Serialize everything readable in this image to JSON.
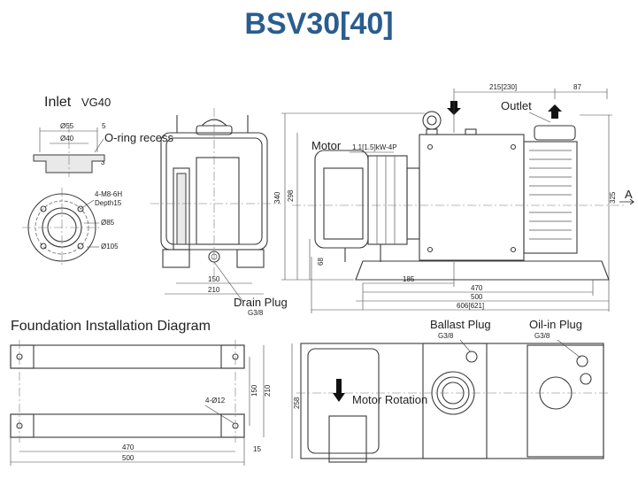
{
  "title": "BSV30[40]",
  "colors": {
    "title": "#2a5d8f",
    "line": "#3a3a3a"
  },
  "inlet": {
    "label": "Inlet",
    "flange": "VG40",
    "dim_outer": "Ø55",
    "dim_5": "5",
    "dim_inner": "Ø40",
    "oring": "O-ring recess",
    "dim_3": "3",
    "thread": "4-M8-6H",
    "depth": "Depth15",
    "dim_85": "Ø85",
    "dim_105": "Ø105"
  },
  "front_view": {
    "dim_150": "150",
    "dim_210": "210",
    "drain_plug": "Drain Plug",
    "drain_size": "G3/8"
  },
  "side_view": {
    "motor_label": "Motor",
    "motor_spec": "1.1[1.5]kW-4P",
    "outlet": "Outlet",
    "dim_215": "215[230]",
    "dim_87": "87",
    "dim_340": "340",
    "dim_298": "298",
    "dim_68": "68",
    "dim_325": "325",
    "dim_185": "185",
    "dim_470": "470",
    "dim_500": "500",
    "dim_606": "606[621]",
    "view_a": "A"
  },
  "foundation": {
    "title": "Foundation Installation Diagram",
    "holes": "4-Ø12",
    "dim_150": "150",
    "dim_210": "210",
    "dim_470": "470",
    "dim_500": "500",
    "dim_15": "15"
  },
  "top_view": {
    "ballast": "Ballast Plug",
    "ballast_size": "G3/8",
    "oilin": "Oil-in Plug",
    "oilin_size": "G3/8",
    "rotation": "Motor Rotation",
    "dim_258": "258"
  }
}
